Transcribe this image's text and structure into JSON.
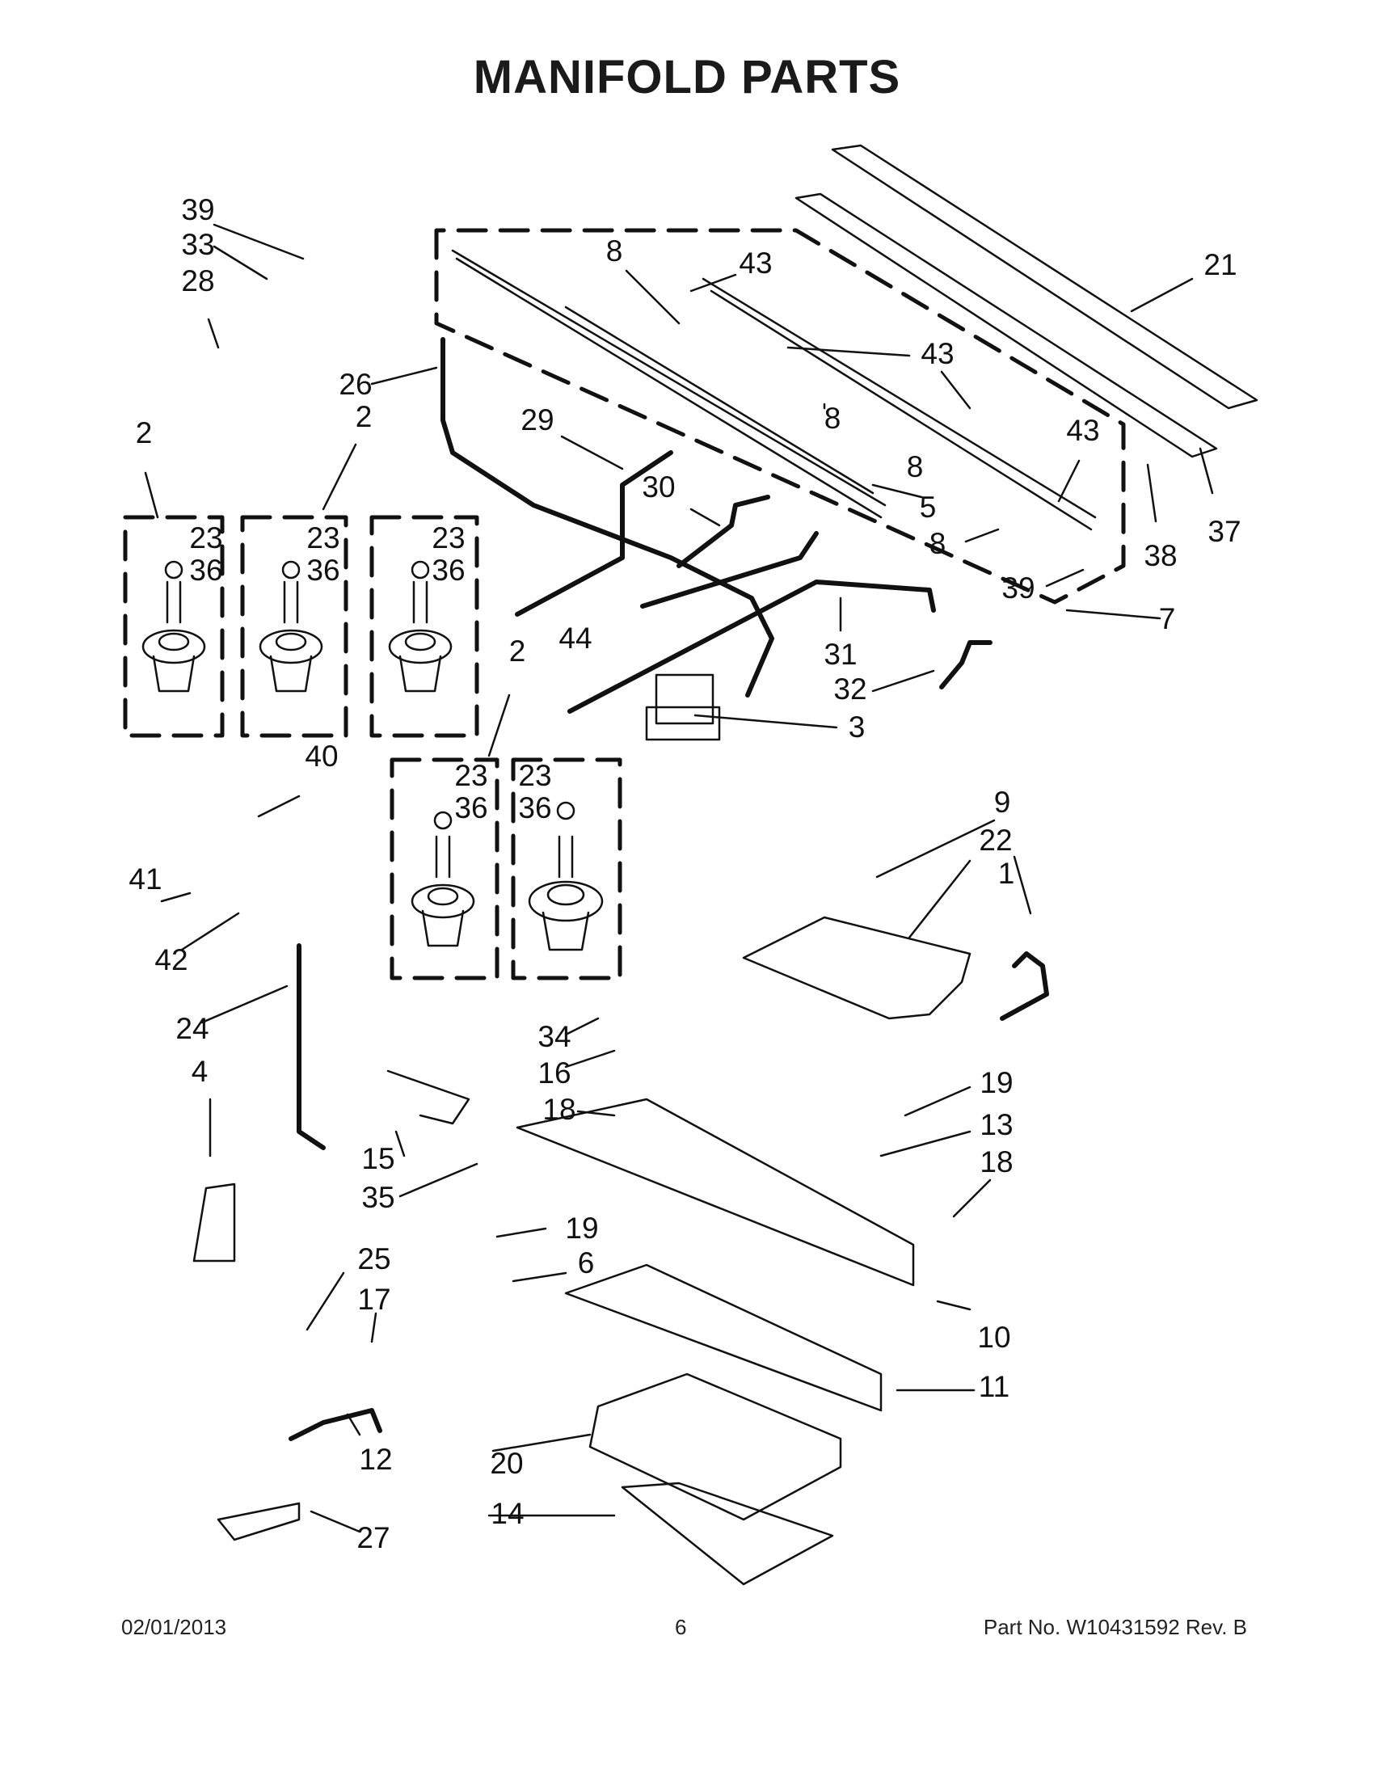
{
  "title": "MANIFOLD PARTS",
  "footer": {
    "date": "02/01/2013",
    "page": "6",
    "part_number": "Part No.  W10431592  Rev.  B"
  },
  "callouts": [
    "39",
    "33",
    "28",
    "26",
    "29",
    "8",
    "43",
    "21",
    "43",
    "8",
    "8",
    "43",
    "5",
    "38",
    "37",
    "30",
    "8",
    "39",
    "7",
    "2",
    "2",
    "23",
    "36",
    "23",
    "36",
    "23",
    "36",
    "44",
    "31",
    "32",
    "3",
    "40",
    "2",
    "23",
    "36",
    "23",
    "36",
    "41",
    "42",
    "9",
    "22",
    "1",
    "24",
    "34",
    "16",
    "4",
    "18",
    "19",
    "13",
    "18",
    "15",
    "35",
    "19",
    "6",
    "25",
    "17",
    "10",
    "11",
    "12",
    "20",
    "14",
    "27"
  ]
}
